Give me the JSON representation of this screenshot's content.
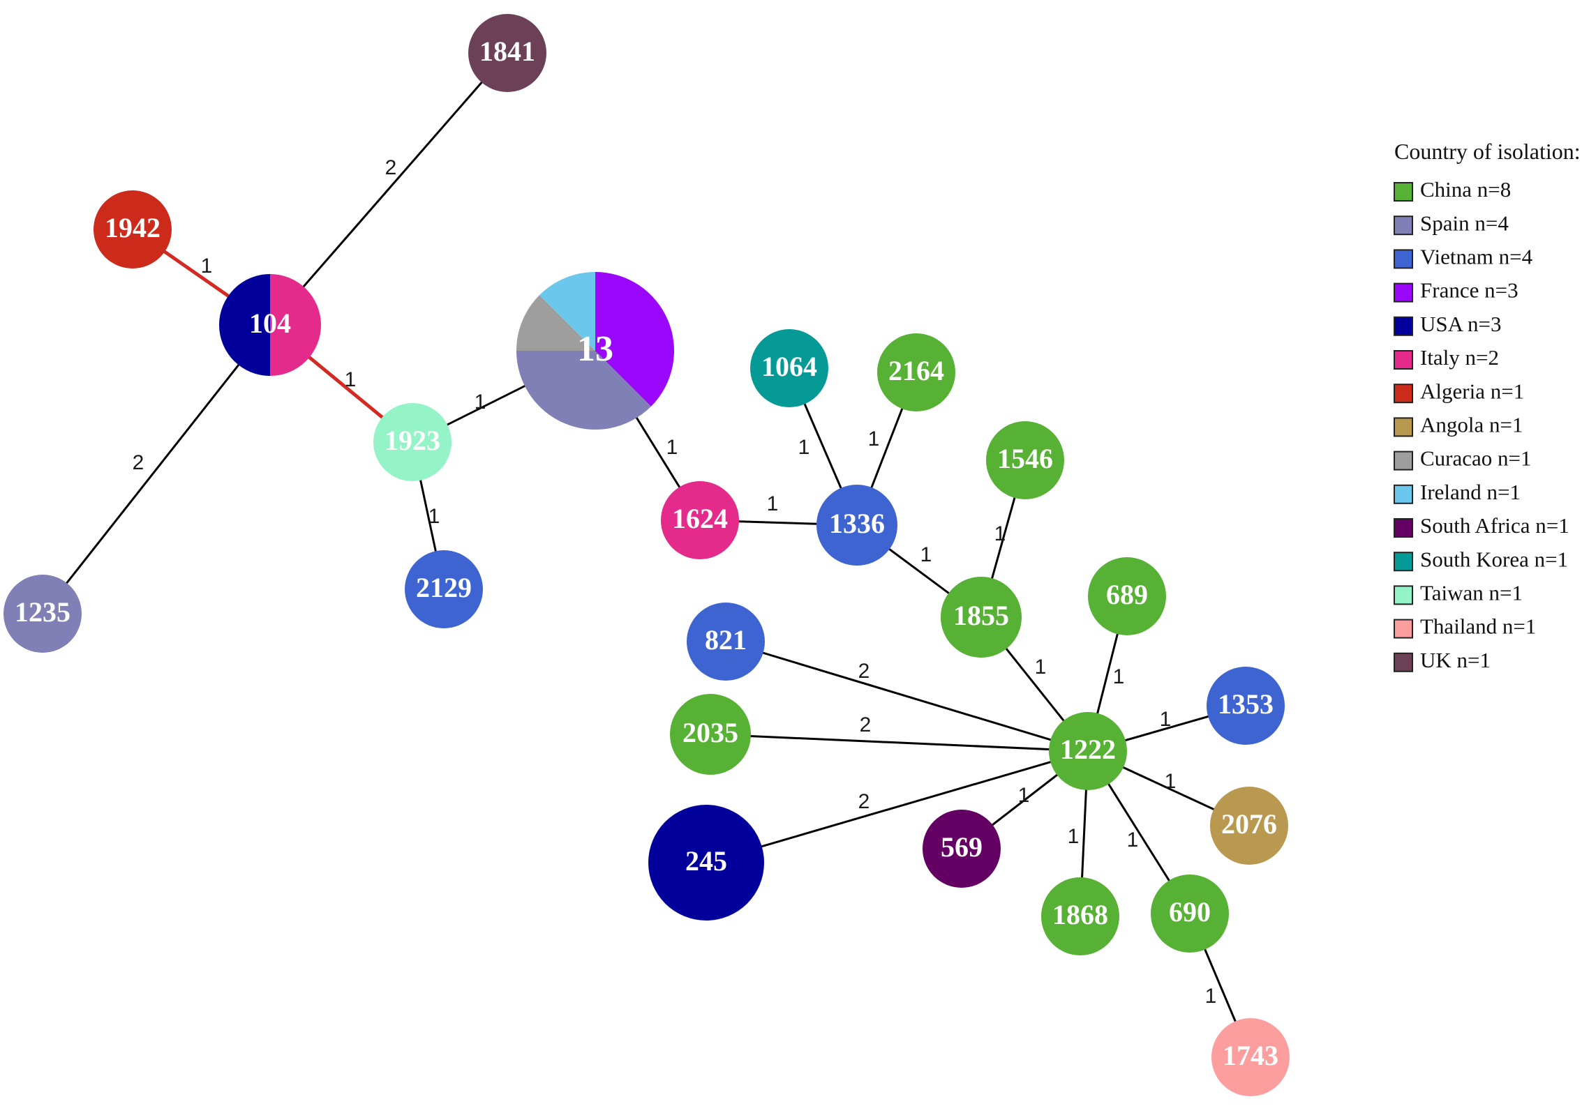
{
  "legend": {
    "title": "Country of isolation:",
    "items": [
      {
        "label": "China n=8",
        "color": "#57b134"
      },
      {
        "label": "Spain n=4",
        "color": "#8080b6"
      },
      {
        "label": "Vietnam n=4",
        "color": "#3e64d1"
      },
      {
        "label": "France n=3",
        "color": "#9a07fa"
      },
      {
        "label": "USA n=3",
        "color": "#01009a"
      },
      {
        "label": "Italy n=2",
        "color": "#e42a8a"
      },
      {
        "label": "Algeria n=1",
        "color": "#cc2b1c"
      },
      {
        "label": "Angola n=1",
        "color": "#b8994f"
      },
      {
        "label": "Curacao n=1",
        "color": "#9e9e9e"
      },
      {
        "label": "Ireland n=1",
        "color": "#6bc8ec"
      },
      {
        "label": "South Africa n=1",
        "color": "#640064"
      },
      {
        "label": "South Korea n=1",
        "color": "#069a97"
      },
      {
        "label": "Taiwan n=1",
        "color": "#95f4c7"
      },
      {
        "label": "Thailand n=1",
        "color": "#fc9e9e"
      },
      {
        "label": "UK n=1",
        "color": "#6c4158"
      }
    ]
  },
  "nodes": [
    {
      "id": "1841",
      "label": "1841",
      "slices": [
        {
          "country": "UK n=1",
          "value": 1
        }
      ]
    },
    {
      "id": "1942",
      "label": "1942",
      "slices": [
        {
          "country": "Algeria n=1",
          "value": 1
        }
      ]
    },
    {
      "id": "104",
      "label": "104",
      "slices": [
        {
          "country": "Italy n=2",
          "value": 1
        },
        {
          "country": "USA n=3",
          "value": 1
        }
      ]
    },
    {
      "id": "1235",
      "label": "1235",
      "slices": [
        {
          "country": "Spain n=4",
          "value": 1
        }
      ]
    },
    {
      "id": "1923",
      "label": "1923",
      "slices": [
        {
          "country": "Taiwan n=1",
          "value": 1
        }
      ]
    },
    {
      "id": "2129",
      "label": "2129",
      "slices": [
        {
          "country": "Vietnam n=4",
          "value": 1
        }
      ]
    },
    {
      "id": "13",
      "label": "13",
      "slices": [
        {
          "country": "France n=3",
          "value": 3
        },
        {
          "country": "Spain n=4",
          "value": 3
        },
        {
          "country": "Curacao n=1",
          "value": 1
        },
        {
          "country": "Ireland n=1",
          "value": 1
        }
      ]
    },
    {
      "id": "1624",
      "label": "1624",
      "slices": [
        {
          "country": "Italy n=2",
          "value": 1
        }
      ]
    },
    {
      "id": "1064",
      "label": "1064",
      "slices": [
        {
          "country": "South Korea n=1",
          "value": 1
        }
      ]
    },
    {
      "id": "2164",
      "label": "2164",
      "slices": [
        {
          "country": "China n=8",
          "value": 1
        }
      ]
    },
    {
      "id": "1336",
      "label": "1336",
      "slices": [
        {
          "country": "Vietnam n=4",
          "value": 1
        }
      ]
    },
    {
      "id": "1546",
      "label": "1546",
      "slices": [
        {
          "country": "China n=8",
          "value": 1
        }
      ]
    },
    {
      "id": "1855",
      "label": "1855",
      "slices": [
        {
          "country": "China n=8",
          "value": 1
        }
      ]
    },
    {
      "id": "689",
      "label": "689",
      "slices": [
        {
          "country": "China n=8",
          "value": 1
        }
      ]
    },
    {
      "id": "821",
      "label": "821",
      "slices": [
        {
          "country": "Vietnam n=4",
          "value": 1
        }
      ]
    },
    {
      "id": "1353",
      "label": "1353",
      "slices": [
        {
          "country": "Vietnam n=4",
          "value": 1
        }
      ]
    },
    {
      "id": "2035",
      "label": "2035",
      "slices": [
        {
          "country": "China n=8",
          "value": 1
        }
      ]
    },
    {
      "id": "1222",
      "label": "1222",
      "slices": [
        {
          "country": "China n=8",
          "value": 1
        }
      ]
    },
    {
      "id": "245",
      "label": "245",
      "slices": [
        {
          "country": "USA n=3",
          "value": 2
        }
      ]
    },
    {
      "id": "569",
      "label": "569",
      "slices": [
        {
          "country": "South Africa n=1",
          "value": 1
        }
      ]
    },
    {
      "id": "2076",
      "label": "2076",
      "slices": [
        {
          "country": "Angola n=1",
          "value": 1
        }
      ]
    },
    {
      "id": "1868",
      "label": "1868",
      "slices": [
        {
          "country": "China n=8",
          "value": 1
        }
      ]
    },
    {
      "id": "690",
      "label": "690",
      "slices": [
        {
          "country": "China n=8",
          "value": 1
        }
      ]
    },
    {
      "id": "1743",
      "label": "1743",
      "slices": [
        {
          "country": "Thailand n=1",
          "value": 1
        }
      ]
    }
  ],
  "edges": [
    {
      "from": "104",
      "to": "1841",
      "label": "2",
      "highlight": false
    },
    {
      "from": "1942",
      "to": "104",
      "label": "1",
      "highlight": true
    },
    {
      "from": "104",
      "to": "1923",
      "label": "1",
      "highlight": true
    },
    {
      "from": "104",
      "to": "1235",
      "label": "2",
      "highlight": false
    },
    {
      "from": "1923",
      "to": "13",
      "label": "1",
      "highlight": false
    },
    {
      "from": "1923",
      "to": "2129",
      "label": "1",
      "highlight": false
    },
    {
      "from": "13",
      "to": "1624",
      "label": "1",
      "highlight": false
    },
    {
      "from": "1624",
      "to": "1336",
      "label": "1",
      "highlight": false
    },
    {
      "from": "1336",
      "to": "1064",
      "label": "1",
      "highlight": false
    },
    {
      "from": "1336",
      "to": "2164",
      "label": "1",
      "highlight": false
    },
    {
      "from": "1336",
      "to": "1855",
      "label": "1",
      "highlight": false
    },
    {
      "from": "1855",
      "to": "1546",
      "label": "1",
      "highlight": false
    },
    {
      "from": "1855",
      "to": "1222",
      "label": "1",
      "highlight": false
    },
    {
      "from": "1222",
      "to": "689",
      "label": "1",
      "highlight": false
    },
    {
      "from": "1222",
      "to": "821",
      "label": "2",
      "highlight": false
    },
    {
      "from": "1222",
      "to": "2035",
      "label": "2",
      "highlight": false
    },
    {
      "from": "1222",
      "to": "245",
      "label": "2",
      "highlight": false
    },
    {
      "from": "1222",
      "to": "1353",
      "label": "1",
      "highlight": false
    },
    {
      "from": "1222",
      "to": "2076",
      "label": "1",
      "highlight": false
    },
    {
      "from": "1222",
      "to": "569",
      "label": "1",
      "highlight": false
    },
    {
      "from": "1222",
      "to": "1868",
      "label": "1",
      "highlight": false
    },
    {
      "from": "1222",
      "to": "690",
      "label": "1",
      "highlight": false
    },
    {
      "from": "690",
      "to": "1743",
      "label": "1",
      "highlight": false
    }
  ]
}
